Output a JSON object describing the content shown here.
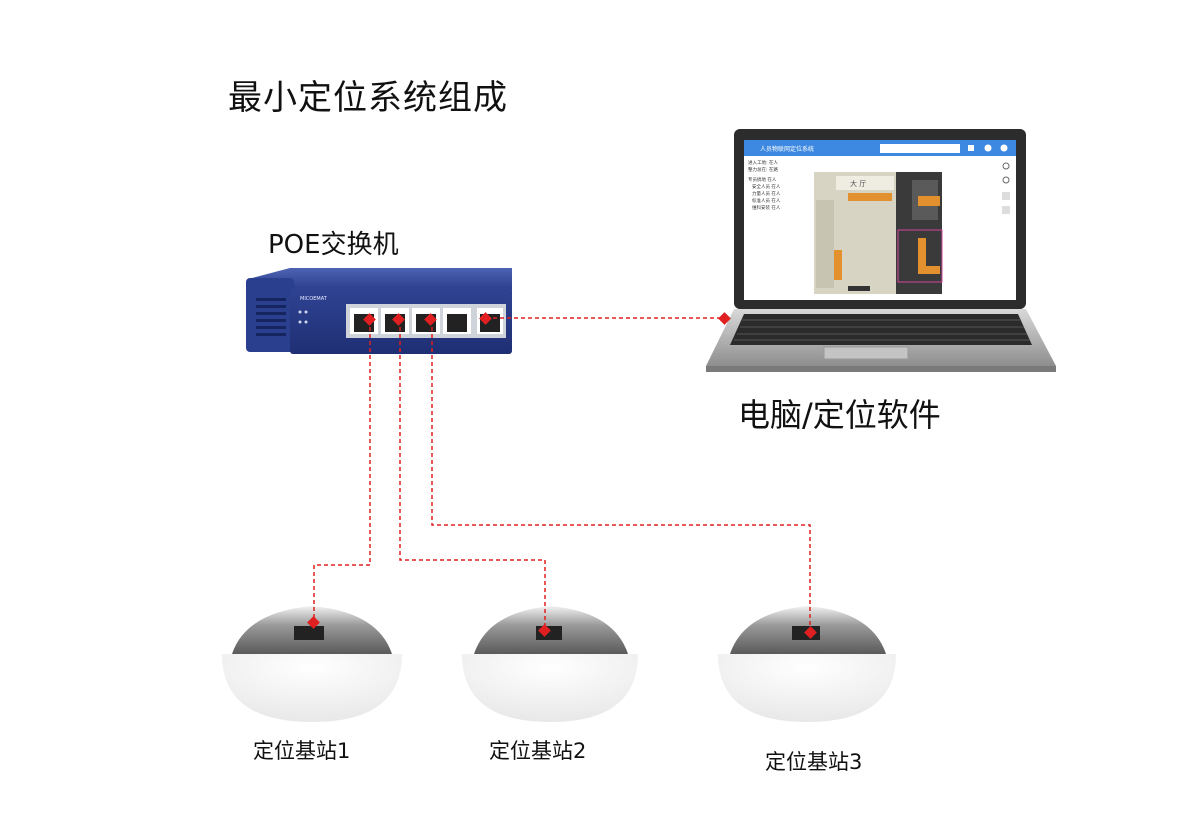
{
  "title": "最小定位系统组成",
  "switch": {
    "label": "POE交换机",
    "brand": "MICOEMAT"
  },
  "computer": {
    "label": "电脑/定位软件",
    "screen_title": "人员物联网定位系统",
    "screen_side_lines": [
      "进入工地: 在人",
      "整力总在: 在路",
      "专员搞地  在人",
      "安全人员  在人",
      "力量人员  在人",
      "标准人员  在人",
      "维科安装  在人"
    ],
    "map_label": "大  厅"
  },
  "stations": [
    {
      "label": "定位基站1"
    },
    {
      "label": "定位基站2"
    },
    {
      "label": "定位基站3"
    }
  ],
  "colors": {
    "link": "#e02020",
    "switch_body": "#2b3f8f",
    "orange": "#e2912e"
  }
}
